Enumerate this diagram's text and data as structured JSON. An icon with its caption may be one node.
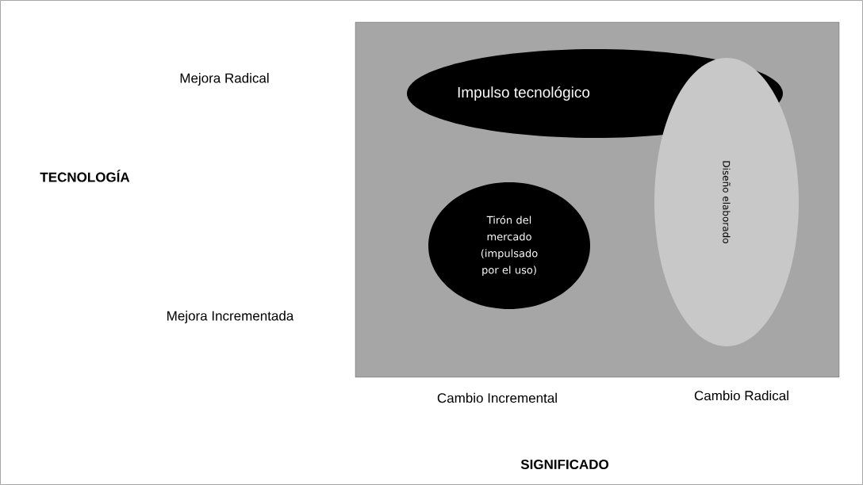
{
  "diagram": {
    "nodes": [
      {
        "text": [
          "Impulso tecnológico"
        ]
      },
      {
        "text": [
          "Tirón del mercado (impulsado por el uso)"
        ]
      },
      {
        "text": [
          "Diseño elaborado"
        ]
      }
    ],
    "labels": [
      "Mejora Radical",
      "TECNOLOGÍA",
      "Mejora Incrementada",
      "Cambio Incremental",
      "Cambio Radical",
      "SIGNIFICADO"
    ]
  }
}
